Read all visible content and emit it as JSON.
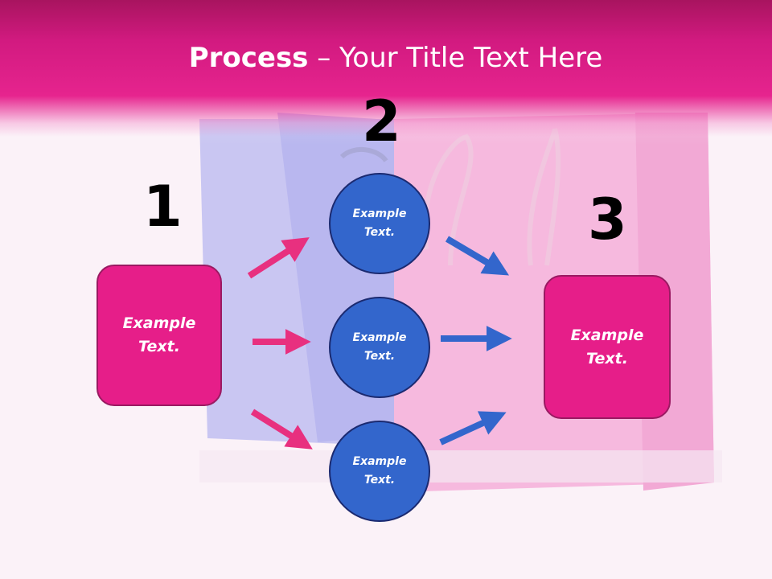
{
  "title": {
    "bold": "Process",
    "rest": " – Your Title Text Here"
  },
  "steps": [
    {
      "number": "1",
      "label": "Example\nText."
    },
    {
      "number": "2",
      "circles": [
        "Example\nText.",
        "Example\nText.",
        "Example\nText."
      ]
    },
    {
      "number": "3",
      "label": "Example\nText."
    }
  ],
  "colors": {
    "header": "#e6248e",
    "pink_box": "#e61e89",
    "blue_circle": "#3366cc",
    "pink_arrow": "#e8307f",
    "blue_arrow": "#3366cc"
  }
}
